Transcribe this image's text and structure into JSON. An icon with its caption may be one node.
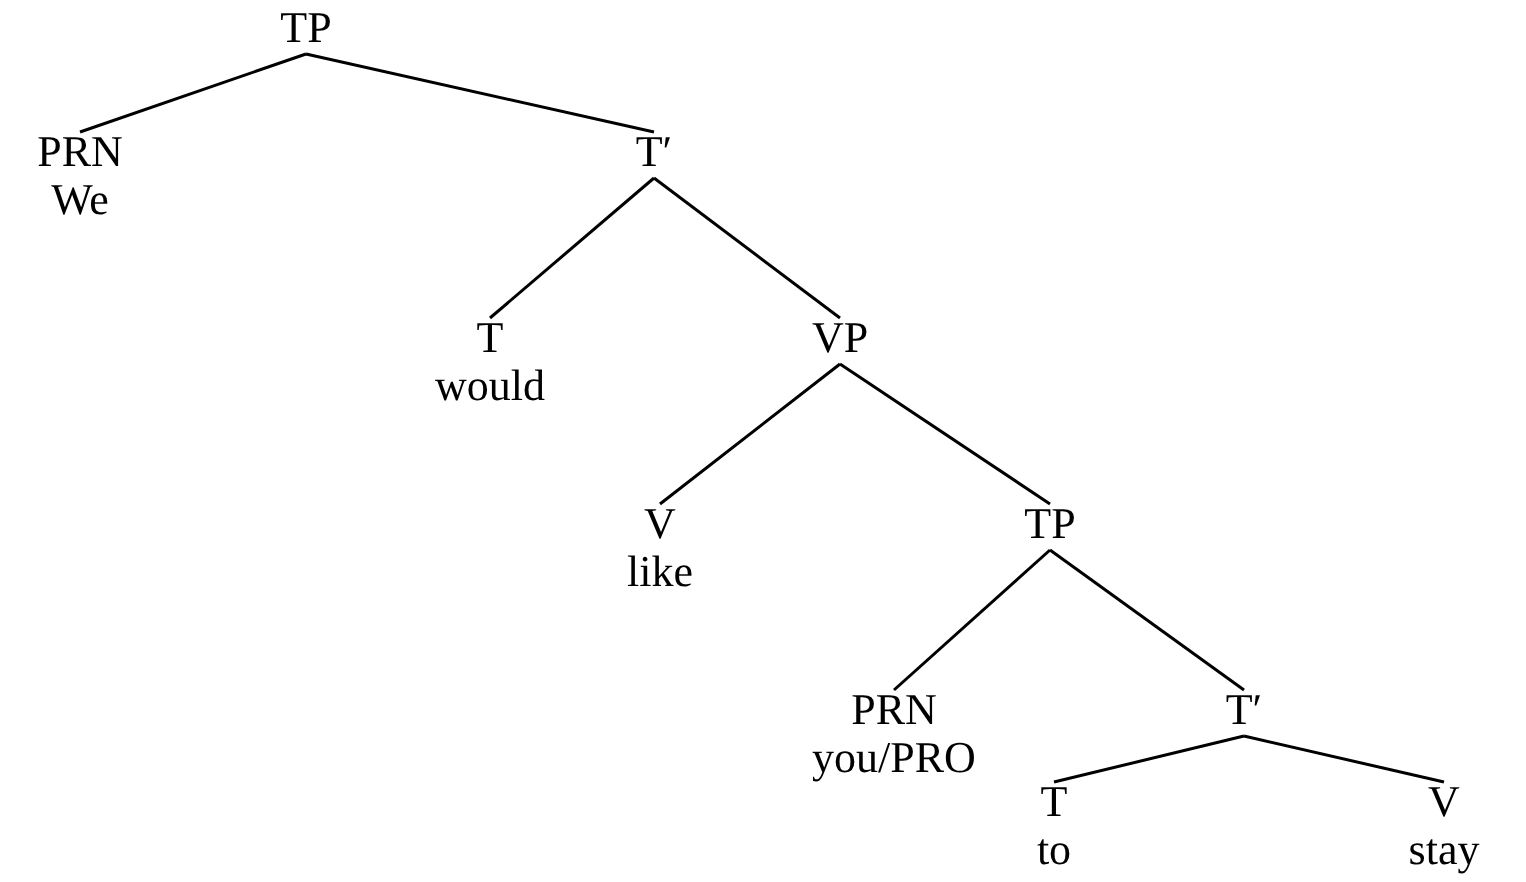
{
  "diagram": {
    "nodes": [
      {
        "text": [
          "TP"
        ]
      },
      {
        "text": [
          "PRN",
          "We"
        ]
      },
      {
        "text": [
          "T′"
        ]
      },
      {
        "text": [
          "T",
          "would"
        ]
      },
      {
        "text": [
          "VP"
        ]
      },
      {
        "text": [
          "V",
          "like"
        ]
      },
      {
        "text": [
          "TP"
        ]
      },
      {
        "text": [
          "PRN",
          "you/PRO"
        ]
      },
      {
        "text": [
          "T′"
        ]
      },
      {
        "text": [
          "T",
          "to"
        ]
      },
      {
        "text": [
          "V",
          "stay"
        ]
      }
    ],
    "edges": [
      {
        "from": 0,
        "to": 1,
        "arrow": "none"
      },
      {
        "from": 0,
        "to": 2,
        "arrow": "none"
      },
      {
        "from": 2,
        "to": 3,
        "arrow": "none"
      },
      {
        "from": 2,
        "to": 4,
        "arrow": "none"
      },
      {
        "from": 4,
        "to": 5,
        "arrow": "none"
      },
      {
        "from": 4,
        "to": 6,
        "arrow": "none"
      },
      {
        "from": 6,
        "to": 7,
        "arrow": "none"
      },
      {
        "from": 6,
        "to": 8,
        "arrow": "none"
      },
      {
        "from": 8,
        "to": 9,
        "arrow": "none"
      },
      {
        "from": 8,
        "to": 10,
        "arrow": "none"
      }
    ]
  }
}
